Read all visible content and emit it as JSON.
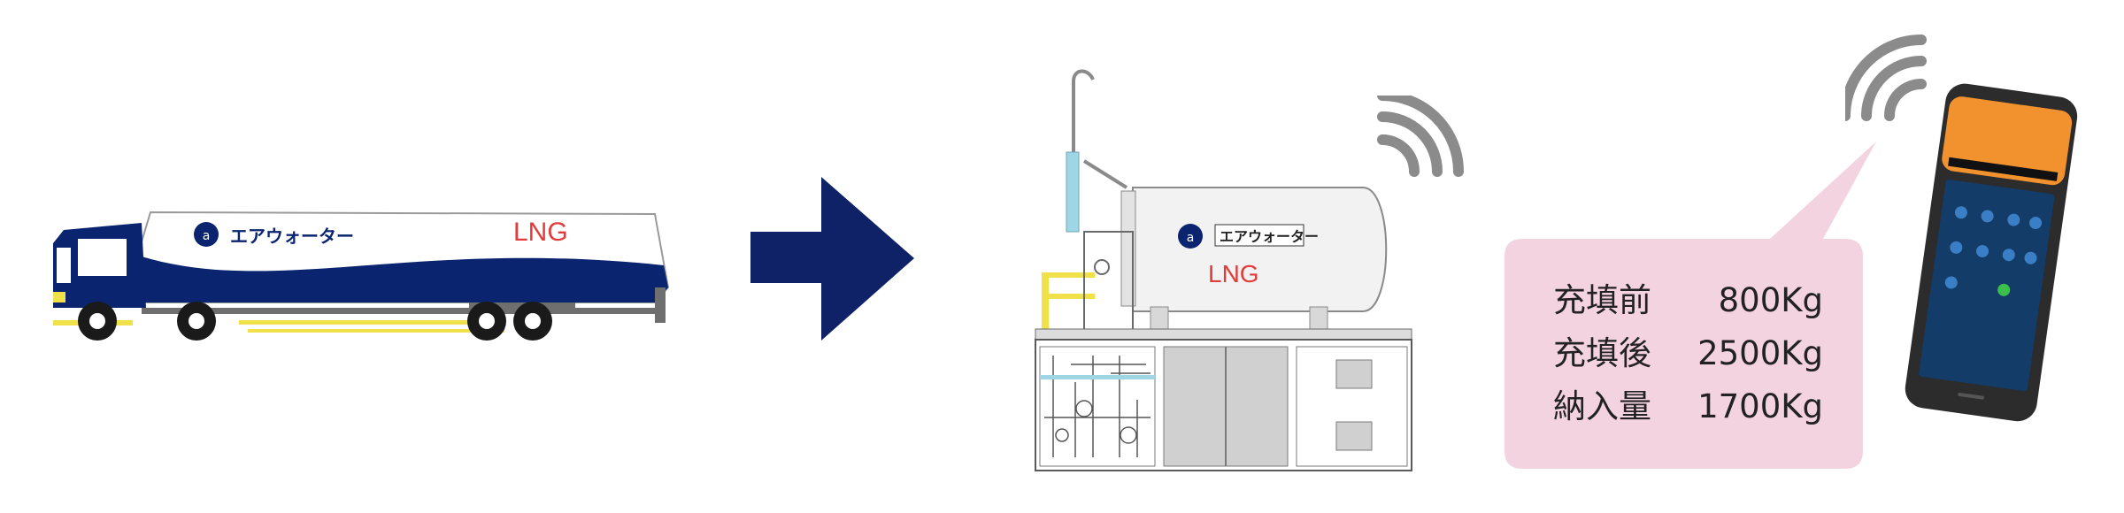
{
  "colors": {
    "navy": "#0b2470",
    "arrow": "#0f2167",
    "lng_red": "#e23b3b",
    "pink": "#f4d3e0",
    "wifi_gray": "#8b8b8b",
    "terminal_orange": "#f2922f",
    "rail_yellow": "#f0e04a"
  },
  "truck": {
    "logo_text": "エアウォーター",
    "cargo_label": "LNG"
  },
  "tank_unit": {
    "logo_text": "エアウォーター",
    "cargo_label": "LNG"
  },
  "callout": {
    "rows": [
      {
        "label": "充填前",
        "value": "800Kg"
      },
      {
        "label": "充填後",
        "value": "2500Kg"
      },
      {
        "label": "納入量",
        "value": "1700Kg"
      }
    ]
  },
  "icons": [
    "logo-mark-icon",
    "wifi-icon",
    "arrow-right-icon"
  ]
}
